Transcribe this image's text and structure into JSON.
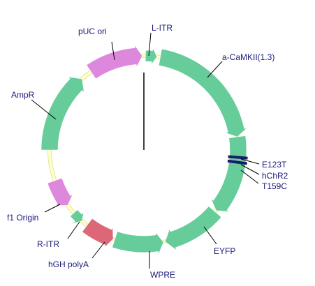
{
  "plasmid": {
    "colors": {
      "backbone": "#ffffcc",
      "backbone_edge": "#e0e080",
      "green": "#66cc99",
      "pink": "#dd88dd",
      "red": "#dd6677",
      "marker": "#1a1a6a",
      "label": "#1a1a7a",
      "leader": "#000000"
    },
    "features": [
      {
        "name": "L-ITR",
        "label": "L-ITR",
        "color": "green"
      },
      {
        "name": "a-CaMKII(1.3)",
        "label": "a-CaMKII(1.3)",
        "color": "green"
      },
      {
        "name": "hChR2",
        "label": "hChR2",
        "color": "green"
      },
      {
        "name": "EYFP",
        "label": "EYFP",
        "color": "green"
      },
      {
        "name": "WPRE",
        "label": "WPRE",
        "color": "green"
      },
      {
        "name": "hGH polyA",
        "label": "hGH polyA",
        "color": "red"
      },
      {
        "name": "R-ITR",
        "label": "R-ITR",
        "color": "green"
      },
      {
        "name": "f1 Origin",
        "label": "f1 Origin",
        "color": "pink"
      },
      {
        "name": "AmpR",
        "label": "AmpR",
        "color": "green"
      },
      {
        "name": "pUC ori",
        "label": "pUC ori",
        "color": "pink"
      }
    ],
    "mutations": [
      {
        "label": "E123T"
      },
      {
        "label": "T159C"
      }
    ]
  }
}
